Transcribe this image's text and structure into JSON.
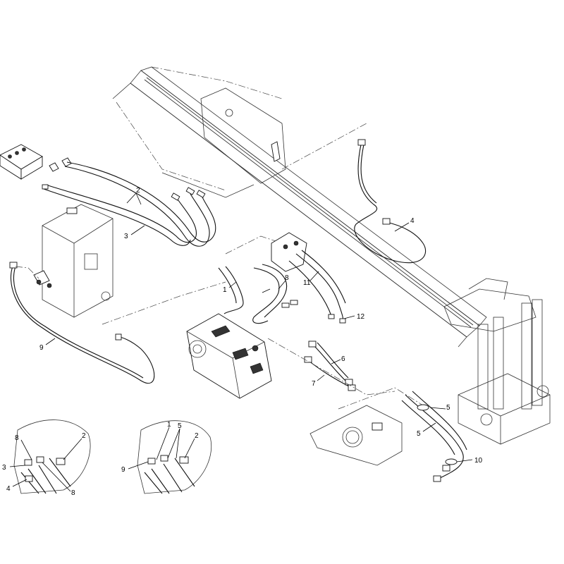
{
  "callouts": {
    "main": [
      {
        "id": "c2",
        "text": "2"
      },
      {
        "id": "c3",
        "text": "3"
      },
      {
        "id": "c4",
        "text": "4"
      },
      {
        "id": "c1",
        "text": "1"
      },
      {
        "id": "c8",
        "text": "8"
      },
      {
        "id": "c11",
        "text": "11"
      },
      {
        "id": "c12",
        "text": "12"
      },
      {
        "id": "c9",
        "text": "9"
      },
      {
        "id": "c6",
        "text": "6"
      },
      {
        "id": "c7",
        "text": "7"
      },
      {
        "id": "c5a",
        "text": "5"
      },
      {
        "id": "c5b",
        "text": "5"
      },
      {
        "id": "c10",
        "text": "10"
      }
    ],
    "detail_left": [
      {
        "id": "d8a",
        "text": "8"
      },
      {
        "id": "d2",
        "text": "2"
      },
      {
        "id": "d3",
        "text": "3"
      },
      {
        "id": "d4",
        "text": "4"
      },
      {
        "id": "d8b",
        "text": "8"
      }
    ],
    "detail_right": [
      {
        "id": "e1",
        "text": "1"
      },
      {
        "id": "e5",
        "text": "5"
      },
      {
        "id": "e2",
        "text": "2"
      },
      {
        "id": "e9",
        "text": "9"
      }
    ]
  }
}
